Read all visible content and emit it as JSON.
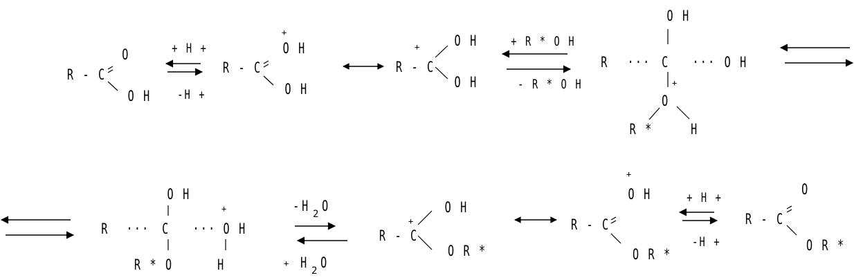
{
  "labels": {
    "r_c": "R - C",
    "o": "O",
    "oh": "O H",
    "c": "C",
    "r": "R",
    "h": "H",
    "r_star": "R *",
    "r_star_o": "R * O",
    "or_star": "O R *",
    "dots": "···",
    "plus": "+",
    "h2o_h": "H",
    "h2o_sub": "2",
    "h2o_o": "O"
  },
  "reagents": {
    "plus_h_plus": "+ H +",
    "minus_h_plus": "-H +",
    "plus_rstaroh": "+ R * O H",
    "minus_rstaroh": "- R * O H",
    "minus_h2o_sign": "-",
    "plus_h2o_sign": "+"
  }
}
